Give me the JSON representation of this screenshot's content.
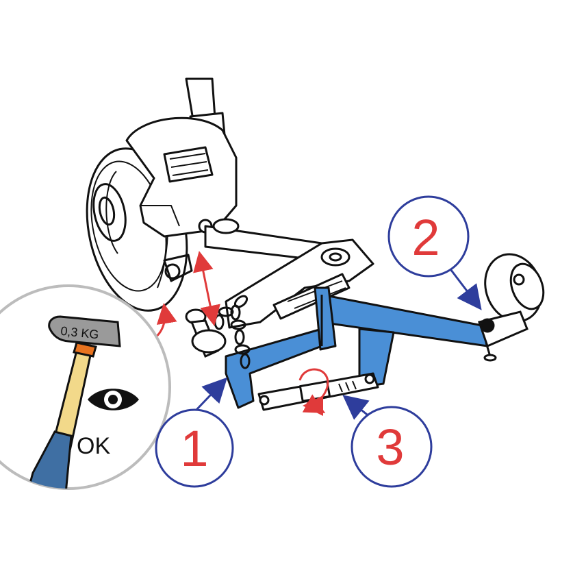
{
  "callouts": [
    {
      "number": "1"
    },
    {
      "number": "2"
    },
    {
      "number": "3"
    }
  ],
  "hammer": {
    "weight_label": "0,3 KG"
  },
  "inspection": {
    "icon": "eye-icon",
    "status_label": "OK"
  },
  "colors": {
    "tool_blue": "#4a8fd6",
    "callout_ring": "#2e3d9c",
    "callout_digit": "#e03a3a",
    "arrow_red": "#e03a3a",
    "hammer_handle": "#f2d98a",
    "hammer_grip": "#3f6fa3",
    "line_art": "#111111",
    "lens_ring": "#bcbcbc"
  }
}
